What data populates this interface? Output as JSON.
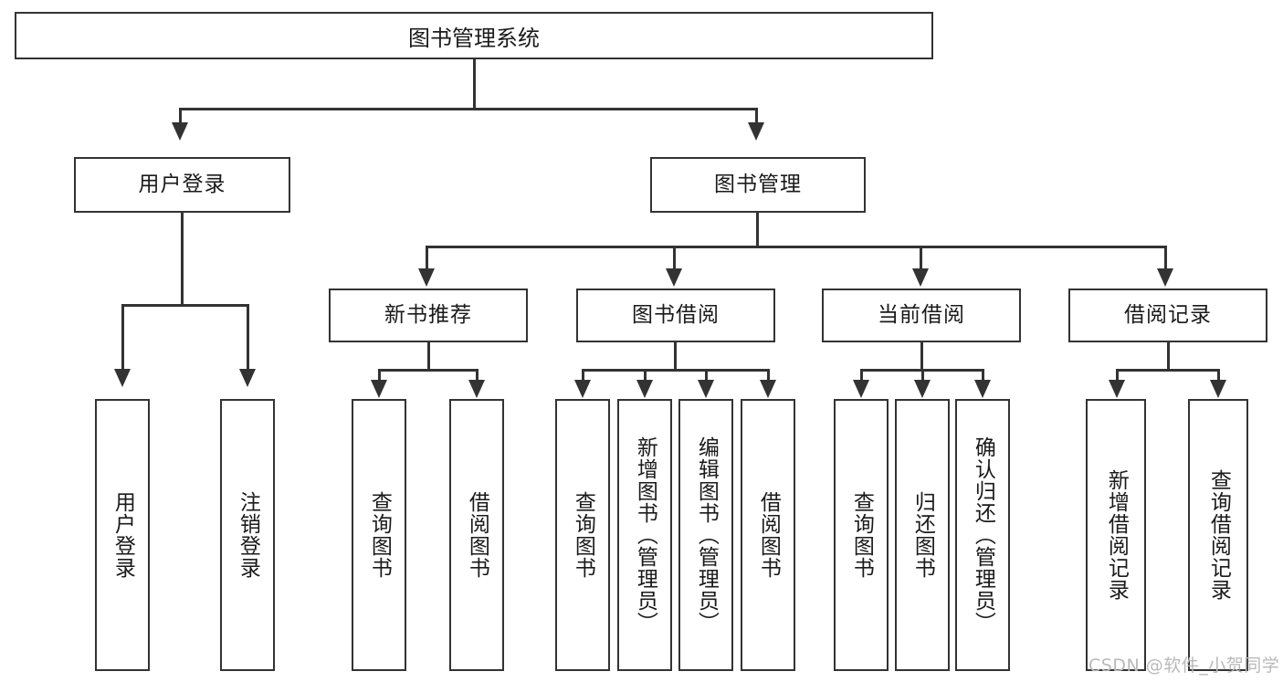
{
  "diagram": {
    "type": "tree-hierarchy-diagram",
    "title": "图书管理系统",
    "colors": {
      "border": "#333333",
      "background": "#ffffff",
      "text": "#1a1a1a",
      "watermark": "#b9b9b9"
    },
    "root": {
      "label": "图书管理系统"
    },
    "level2": [
      {
        "id": "user-login",
        "label": "用户登录"
      },
      {
        "id": "book-management",
        "label": "图书管理"
      }
    ],
    "level3": [
      {
        "id": "new-book-recommend",
        "label": "新书推荐",
        "parent": "book-management"
      },
      {
        "id": "book-borrow",
        "label": "图书借阅",
        "parent": "book-management"
      },
      {
        "id": "current-borrow",
        "label": "当前借阅",
        "parent": "book-management"
      },
      {
        "id": "borrow-record",
        "label": "借阅记录",
        "parent": "book-management"
      }
    ],
    "leaves": {
      "user_login": [
        {
          "id": "leaf-user-login",
          "label": "用户登录"
        },
        {
          "id": "leaf-user-logout",
          "label": "注销登录"
        }
      ],
      "new_book_recommend": [
        {
          "id": "leaf-query-book-1",
          "label": "查询图书"
        },
        {
          "id": "leaf-borrow-book-1",
          "label": "借阅图书"
        }
      ],
      "book_borrow": [
        {
          "id": "leaf-query-book-2",
          "label": "查询图书"
        },
        {
          "id": "leaf-add-book",
          "label": "新增图书（管理员）"
        },
        {
          "id": "leaf-edit-book",
          "label": "编辑图书（管理员）"
        },
        {
          "id": "leaf-borrow-book-2",
          "label": "借阅图书"
        }
      ],
      "current_borrow": [
        {
          "id": "leaf-query-book-3",
          "label": "查询图书"
        },
        {
          "id": "leaf-return-book",
          "label": "归还图书"
        },
        {
          "id": "leaf-confirm-return",
          "label": "确认归还（管理员）"
        }
      ],
      "borrow_record": [
        {
          "id": "leaf-add-borrow-record",
          "label": "新增借阅记录"
        },
        {
          "id": "leaf-query-borrow-record",
          "label": "查询借阅记录"
        }
      ]
    },
    "watermark": "CSDN @软件_小贺同学"
  }
}
